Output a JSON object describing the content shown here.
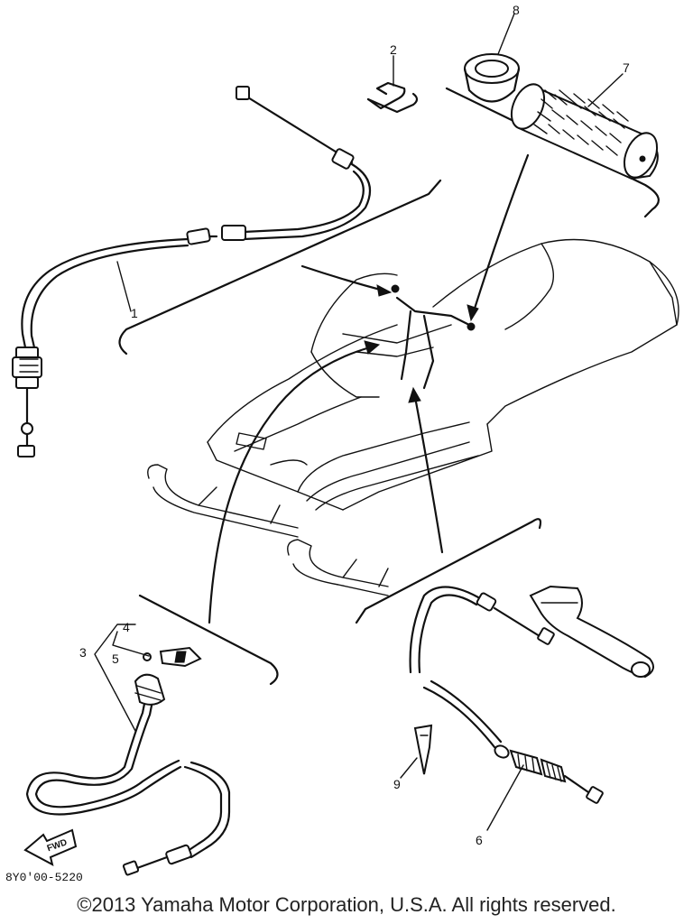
{
  "callouts": {
    "c1": "1",
    "c2": "2",
    "c3": "3",
    "c4": "4",
    "c5": "5",
    "c6": "6",
    "c7": "7",
    "c8": "8",
    "c9": "9"
  },
  "fwd_label": "FWD",
  "diagram_code": "8Y0'00-5220",
  "copyright": "©2013 Yamaha Motor Corporation, U.S.A. All rights reserved."
}
